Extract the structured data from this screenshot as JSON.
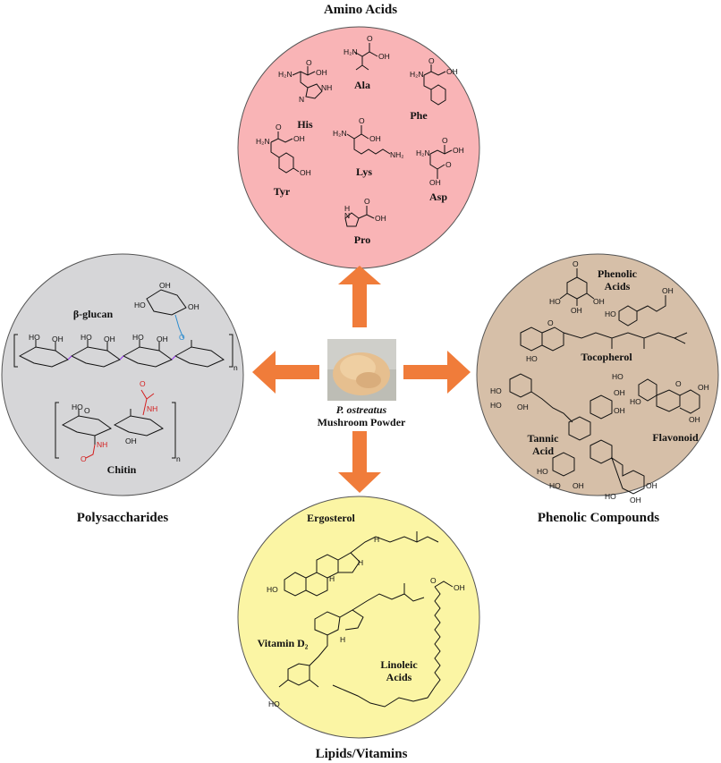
{
  "colors": {
    "amino_circle": "#f9b4b6",
    "polysaccharide_circle": "#d6d6d8",
    "phenolic_circle": "#d6bfa8",
    "lipid_circle": "#fbf5a4",
    "arrow": "#f07c3a",
    "powder": "#e6bf8f"
  },
  "center": {
    "species": "P. ostreatus",
    "label": "Mushroom Powder"
  },
  "amino_acids": {
    "title": "Amino Acids",
    "names": [
      "His",
      "Ala",
      "Phe",
      "Tyr",
      "Lys",
      "Asp",
      "Pro"
    ],
    "atoms": {
      "nh2": "H₂N",
      "oh": "OH",
      "o": "O",
      "nh": "NH",
      "n": "N",
      "h": "H",
      "nh2_right": "NH₂"
    }
  },
  "polysaccharides": {
    "title": "Polysaccharides",
    "beta_glucan": "β-glucan",
    "chitin": "Chitin",
    "atoms": {
      "ho": "HO",
      "oh": "OH",
      "o": "O",
      "nh": "NH",
      "n": "n"
    }
  },
  "phenolic": {
    "title": "Phenolic Compounds",
    "phenolic_acids": "Phenolic\nAcids",
    "phenolic_acids_line1": "Phenolic",
    "phenolic_acids_line2": "Acids",
    "tocopherol": "Tocopherol",
    "tannic_line1": "Tannic",
    "tannic_line2": "Acid",
    "flavonoid": "Flavonoid",
    "atoms": {
      "ho": "HO",
      "oh": "OH",
      "o": "O"
    }
  },
  "lipids": {
    "title": "Lipids/Vitamins",
    "ergosterol": "Ergosterol",
    "vitamin_d2": "Vitamin D₂",
    "linoleic_line1": "Linoleic",
    "linoleic_line2": "Acids",
    "atoms": {
      "ho": "HO",
      "oh": "OH",
      "o": "O",
      "h": "H"
    }
  }
}
